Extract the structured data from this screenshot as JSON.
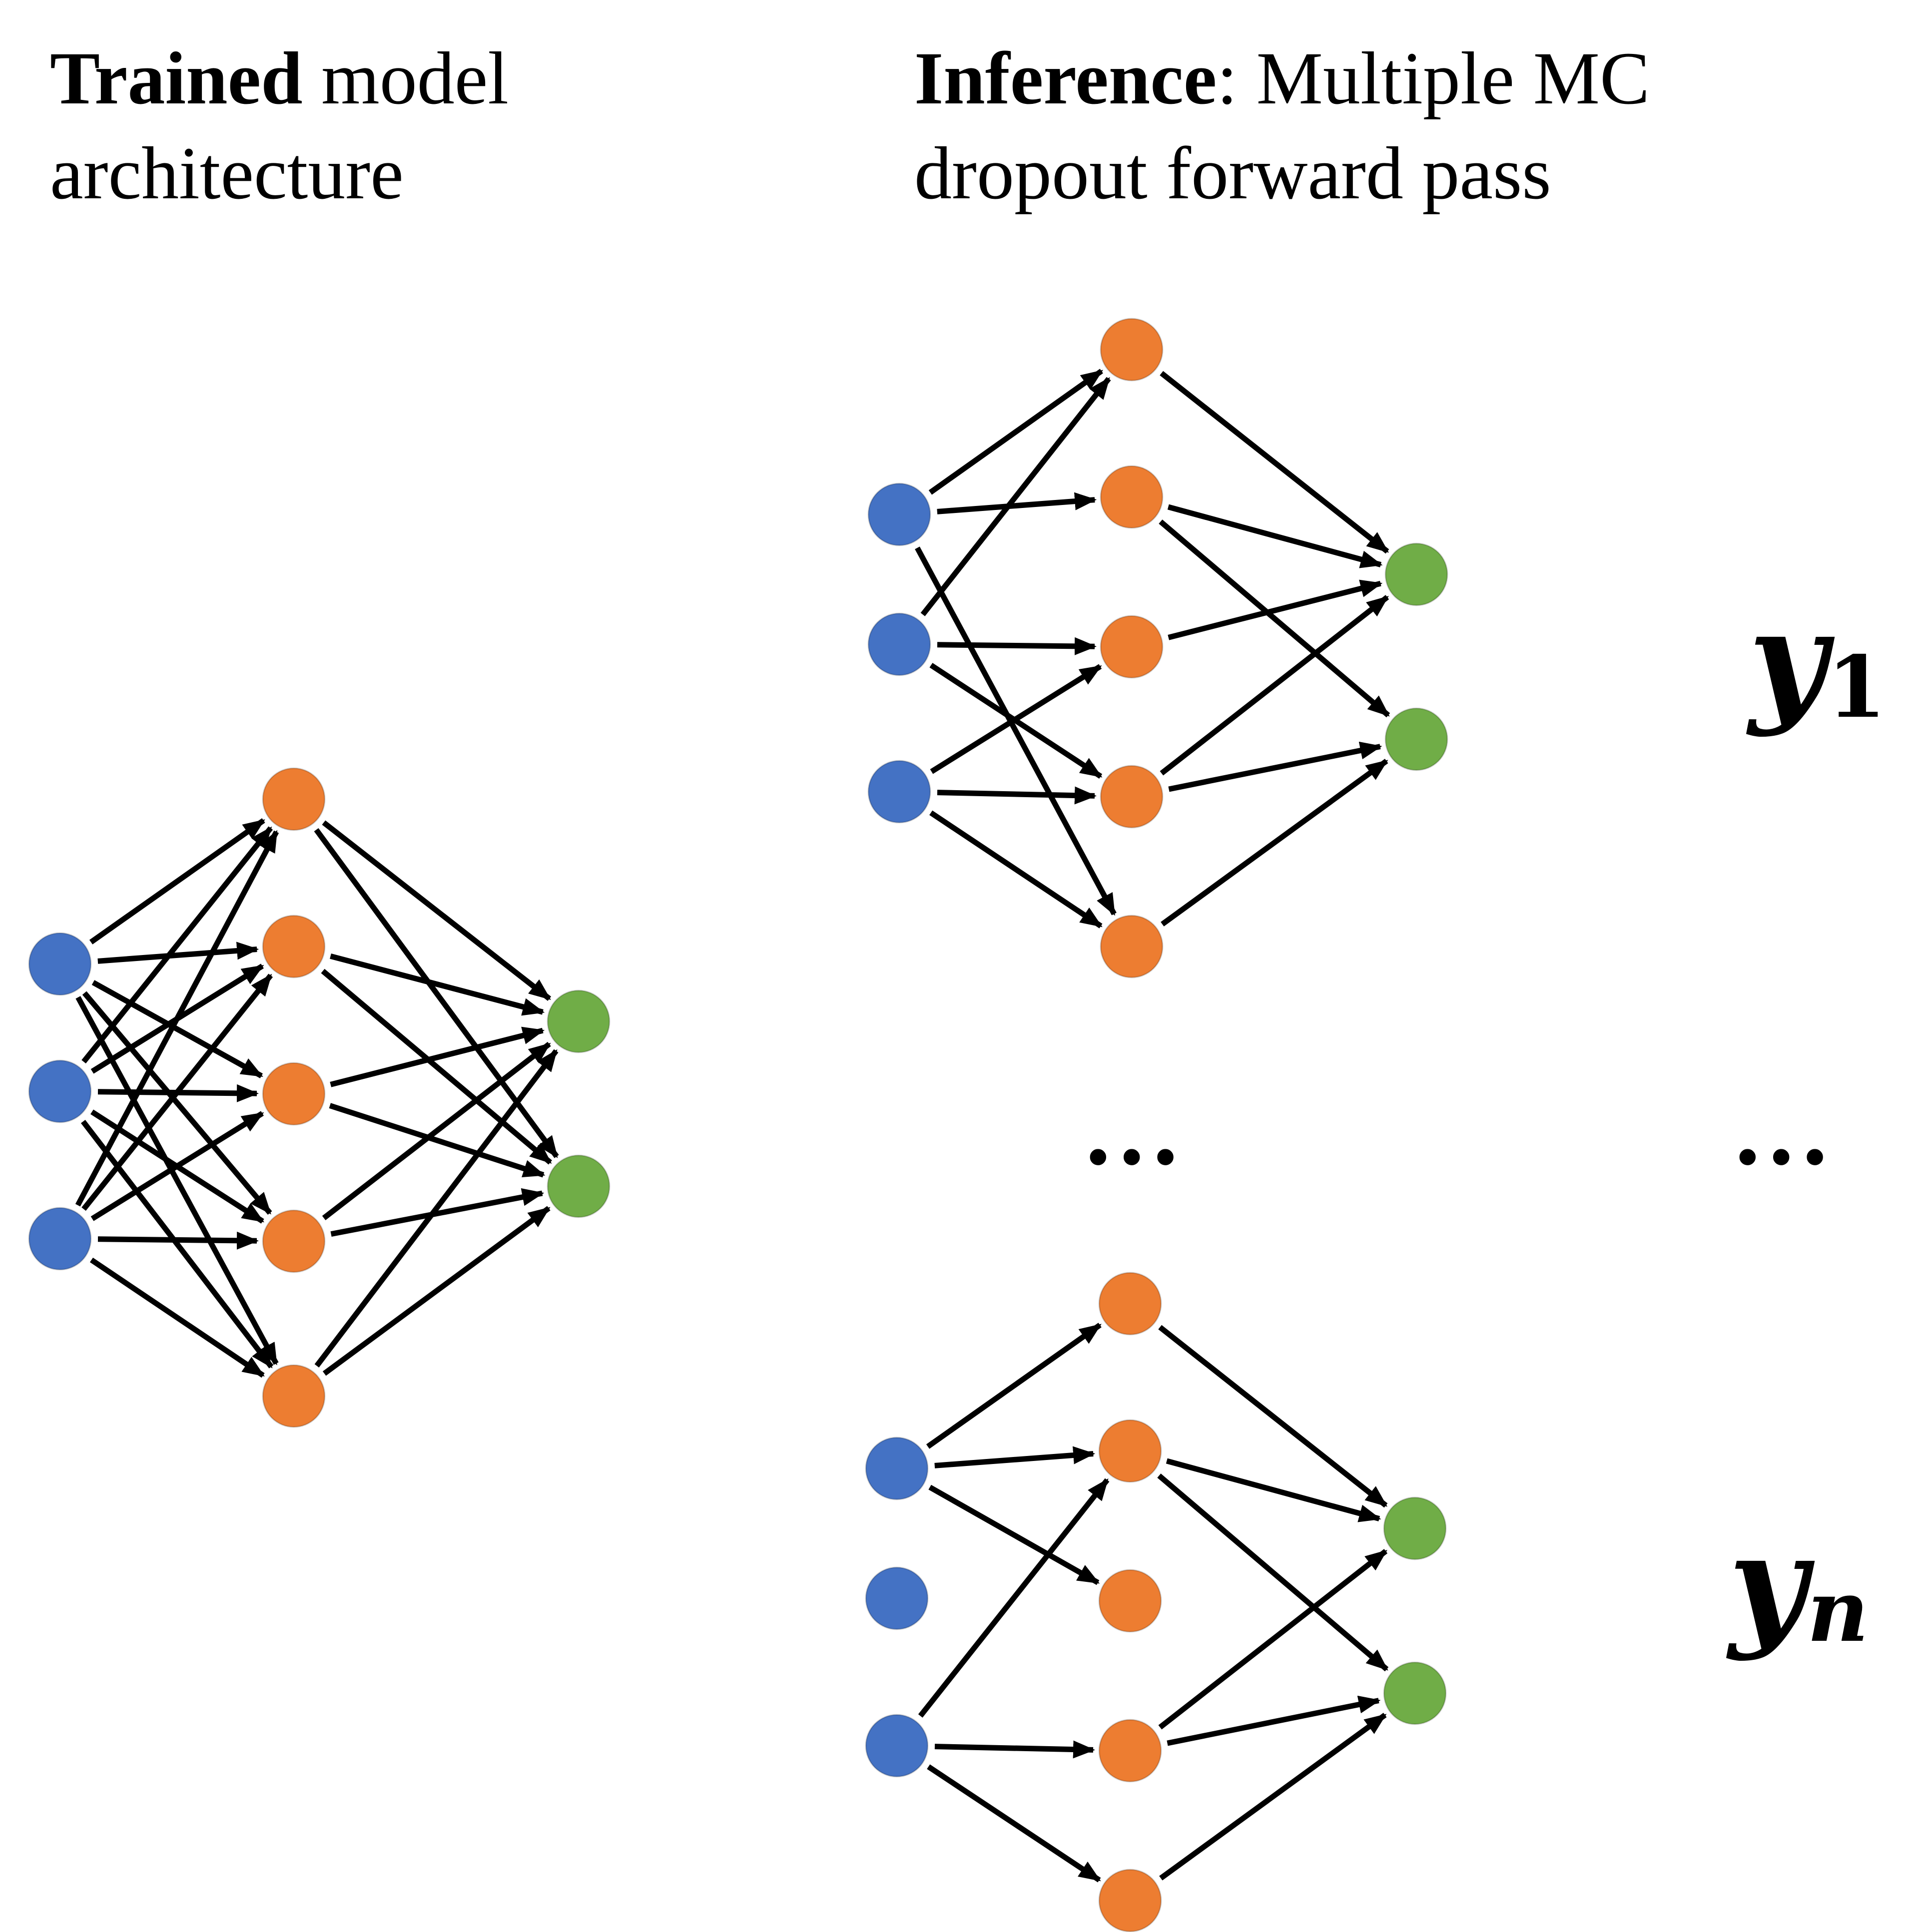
{
  "left_panel": {
    "heading_bold": "Trained",
    "heading_rest": " model",
    "heading_line2": "architecture"
  },
  "right_panel": {
    "heading_bold": "Inference",
    "heading_rest": ": Multiple MC",
    "heading_line2": "dropout forward pass"
  },
  "ellipsis": {
    "middle": "…",
    "outputs": "…"
  },
  "outputs": {
    "first": {
      "var": "y",
      "sub": "1"
    },
    "last": {
      "var": "y",
      "sub": "n"
    }
  },
  "colors": {
    "input_node": "#4472C4",
    "hidden_node": "#ED7D31",
    "output_node": "#70AD47",
    "edge": "#000000"
  }
}
